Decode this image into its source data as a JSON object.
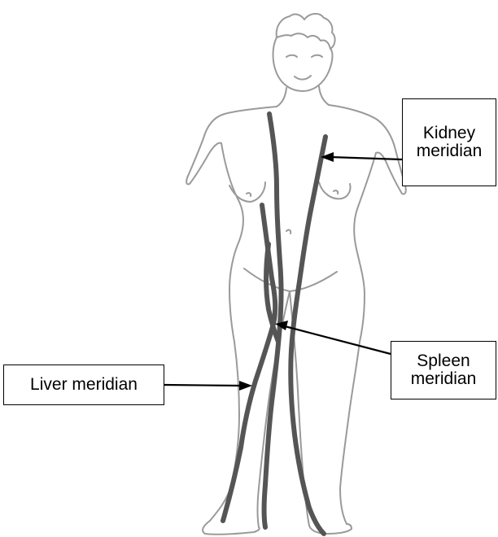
{
  "labels": {
    "kidney": {
      "line1": "Kidney",
      "line2": "meridian"
    },
    "spleen": {
      "line1": "Spleen",
      "line2": "meridian"
    },
    "liver": {
      "text": "Liver meridian"
    }
  },
  "colors": {
    "outline": "#9a9a9a",
    "meridian": "#555555",
    "text": "#000000"
  }
}
